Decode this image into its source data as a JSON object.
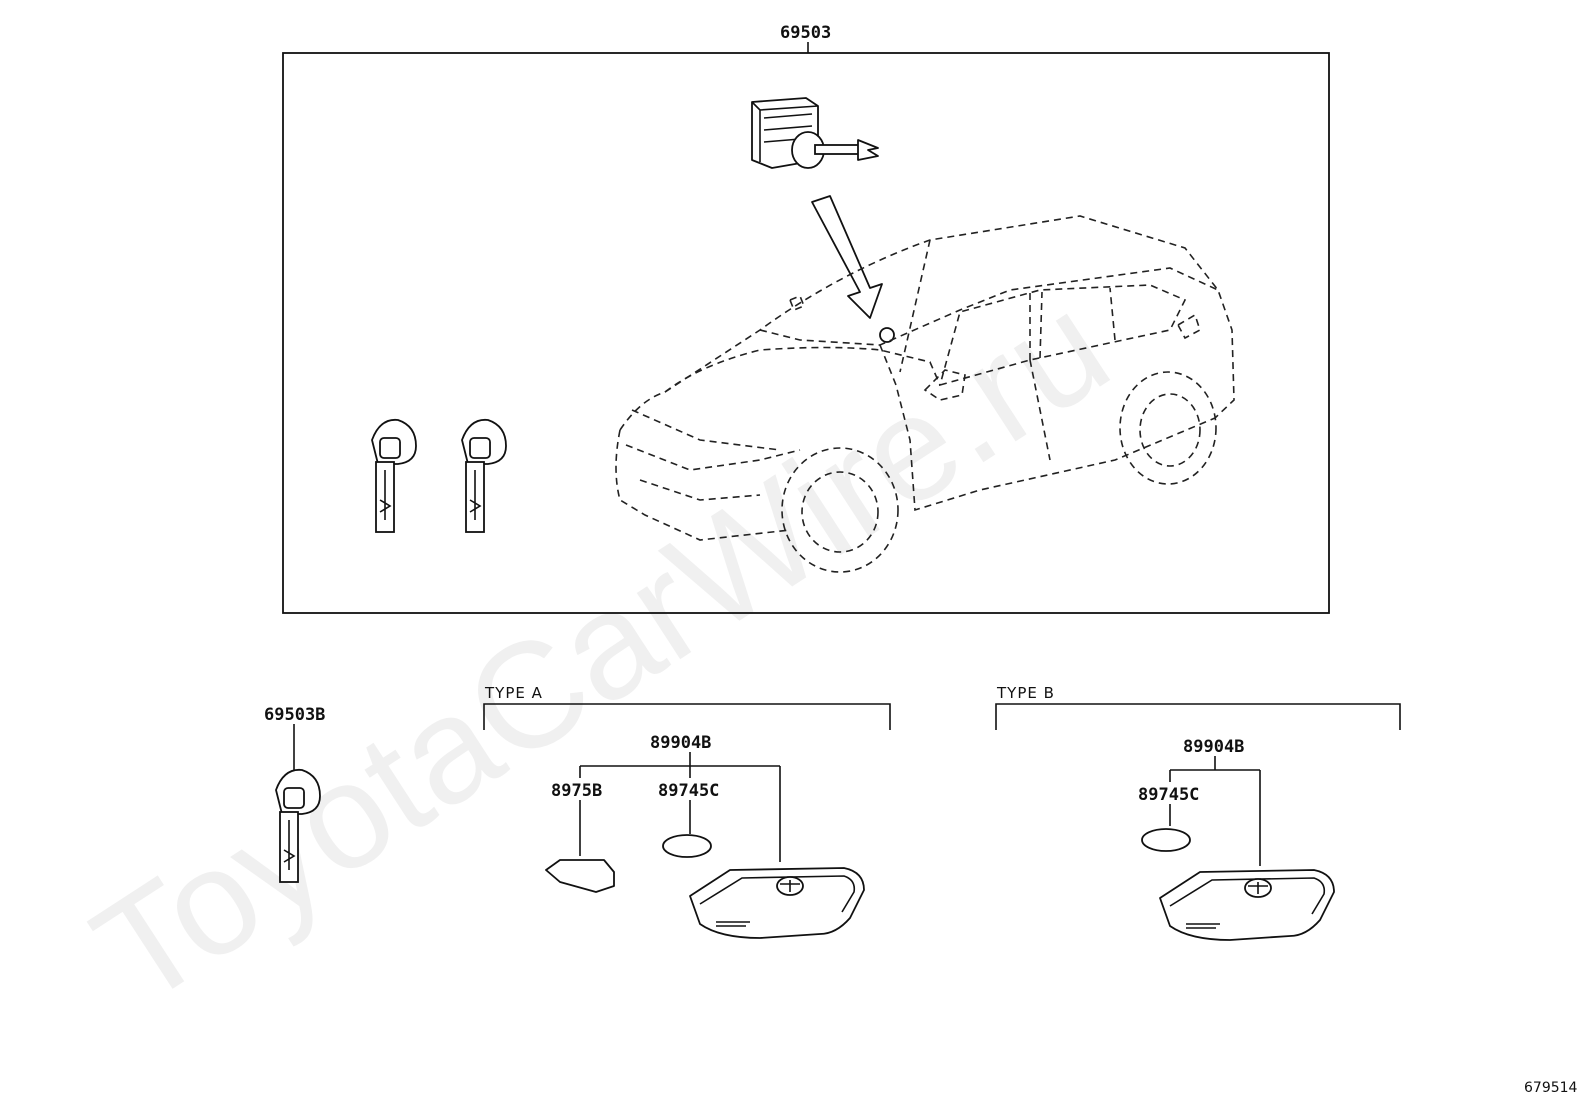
{
  "watermark": "ToyotaCarWire.ru",
  "labels": {
    "kit": "69503",
    "key_blade": "69503B",
    "type_a": "TYPE A",
    "type_b": "TYPE B",
    "fob_a": "89904B",
    "cover_a": "8975B",
    "battery_a": "89745C",
    "fob_b": "89904B",
    "battery_b": "89745C"
  },
  "figure_id": "679514"
}
